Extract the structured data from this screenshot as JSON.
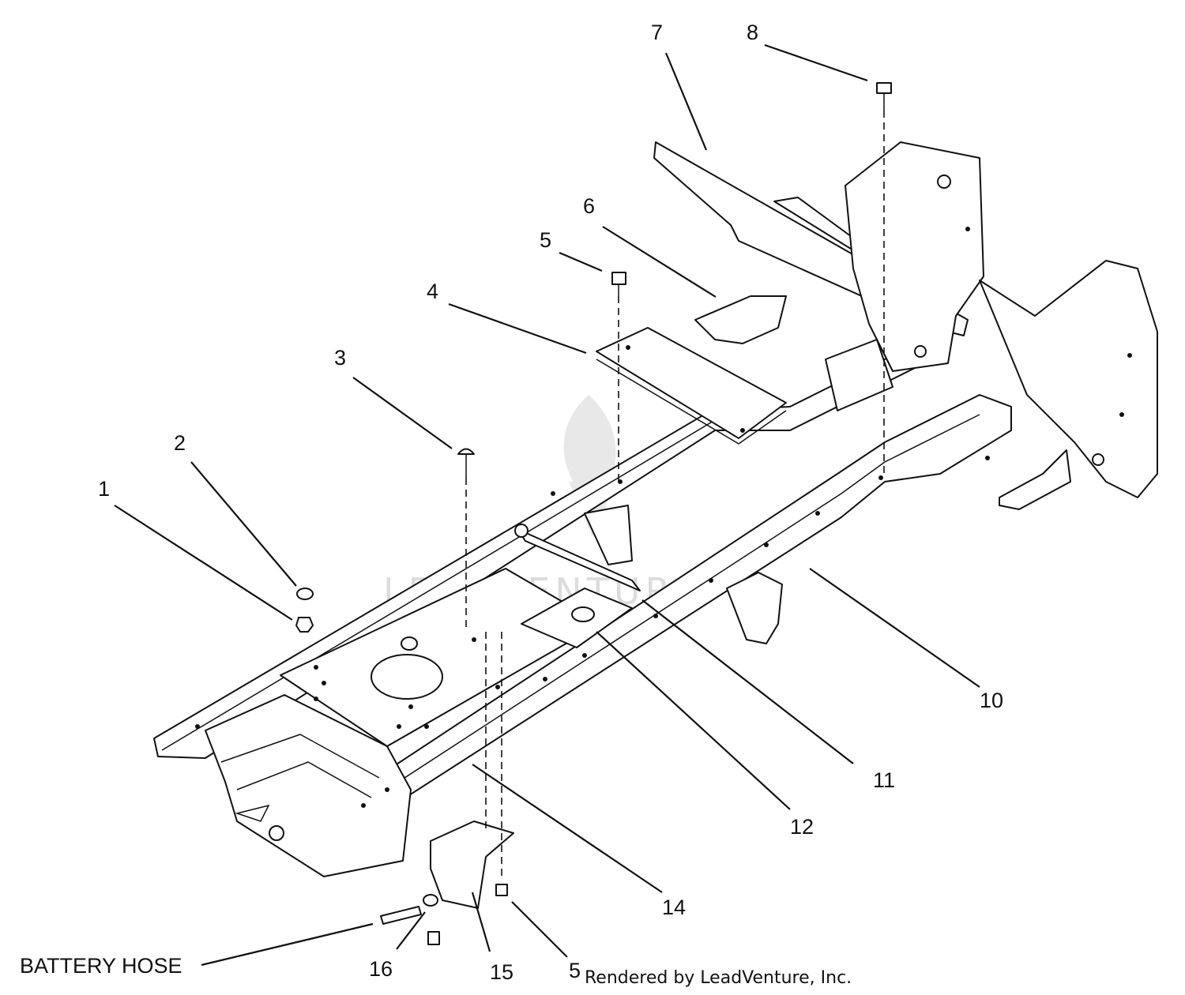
{
  "callouts": [
    {
      "id": "1",
      "label": "1"
    },
    {
      "id": "2",
      "label": "2"
    },
    {
      "id": "3",
      "label": "3"
    },
    {
      "id": "4",
      "label": "4"
    },
    {
      "id": "5a",
      "label": "5"
    },
    {
      "id": "6",
      "label": "6"
    },
    {
      "id": "7",
      "label": "7"
    },
    {
      "id": "8",
      "label": "8"
    },
    {
      "id": "10",
      "label": "10"
    },
    {
      "id": "11",
      "label": "11"
    },
    {
      "id": "12",
      "label": "12"
    },
    {
      "id": "14",
      "label": "14"
    },
    {
      "id": "15",
      "label": "15"
    },
    {
      "id": "16",
      "label": "16"
    },
    {
      "id": "5b",
      "label": "5"
    }
  ],
  "labels": {
    "battery_hose": "BATTERY HOSE"
  },
  "watermark": "LEADVENTURE",
  "credit": "Rendered by LeadVenture, Inc."
}
